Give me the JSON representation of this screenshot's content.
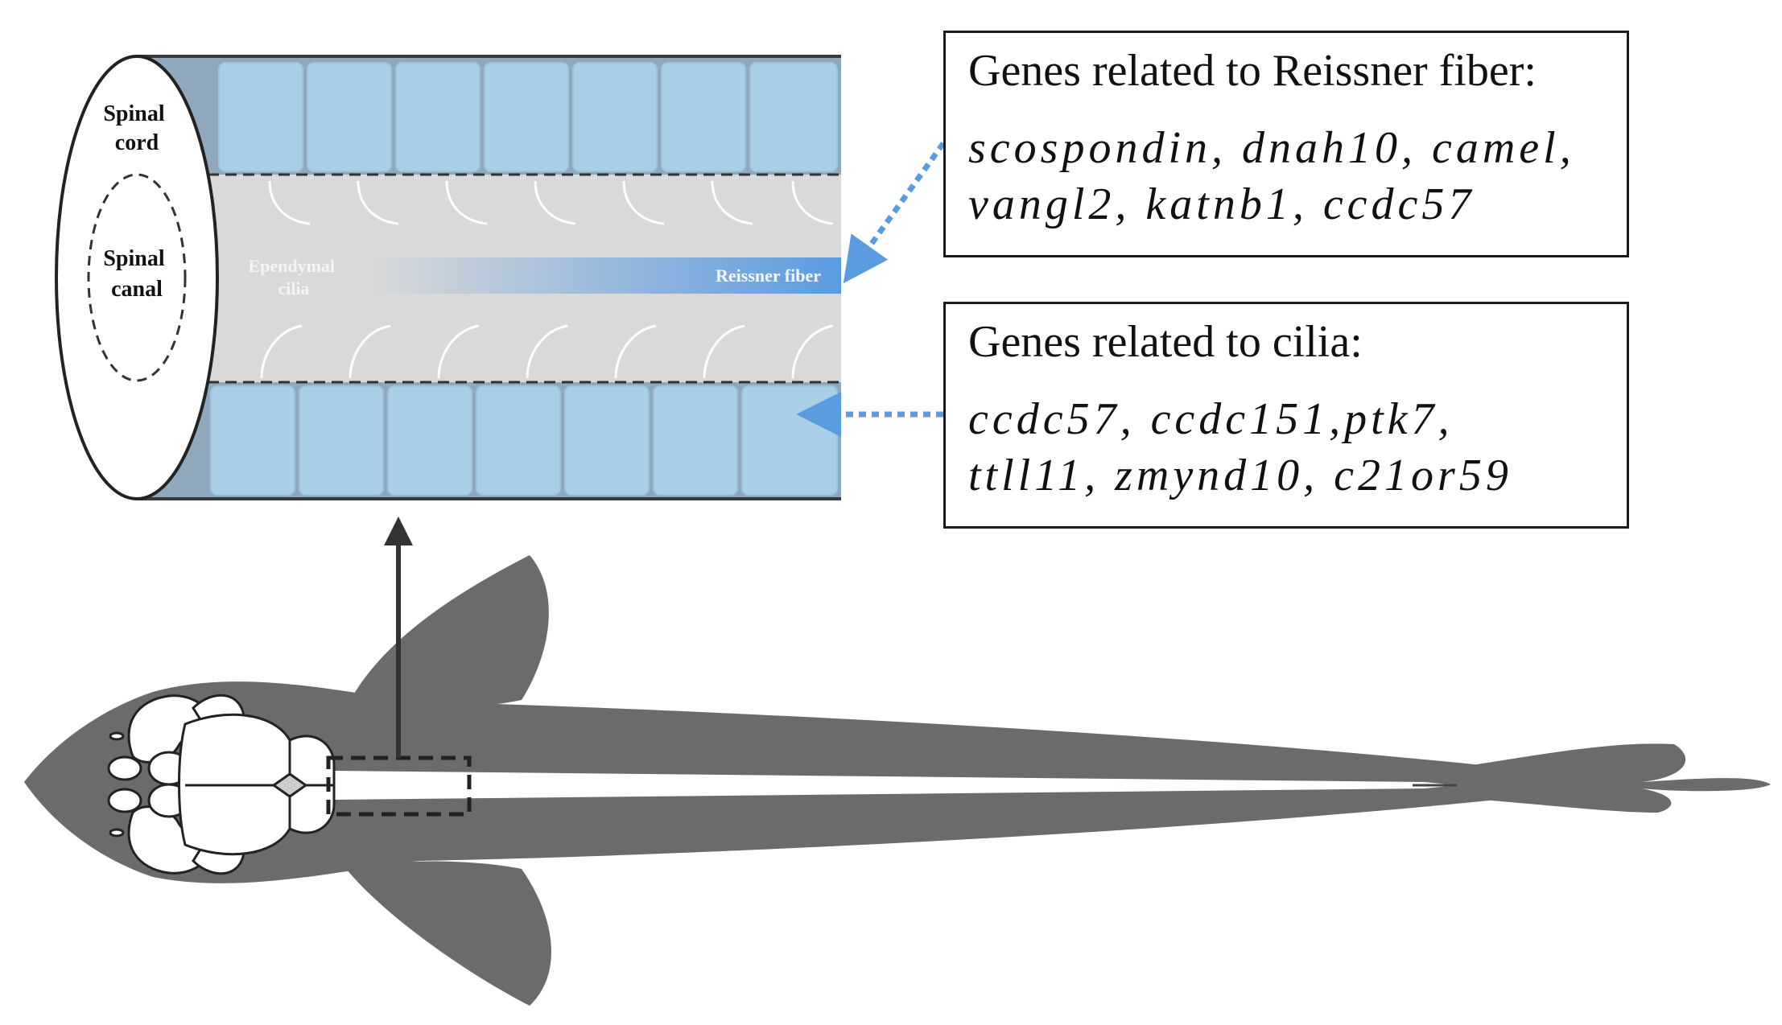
{
  "colors": {
    "fish_body": "#6b6b6b",
    "tube_cells": "#a9cfe6",
    "canal_fill": "#d9d9d9",
    "fiber_blue": "#5b9be0",
    "arrow_blue": "#5b9be0",
    "box_border": "#1a1a1a"
  },
  "diagram": {
    "spinal_cord_label_line1": "Spinal",
    "spinal_cord_label_line2": "cord",
    "spinal_canal_label_line1": "Spinal",
    "spinal_canal_label_line2": "canal",
    "ependymal_cilia_label_line1": "Ependymal",
    "ependymal_cilia_label_line2": "cilia",
    "reissner_fiber_label": "Reissner fiber"
  },
  "reissner_box": {
    "title": "Genes related to Reissner fiber:",
    "gene_line1": "scospondin, dnah10, camel,",
    "gene_line2": "vangl2, katnb1, ccdc57"
  },
  "cilia_box": {
    "title": "Genes related to cilia:",
    "gene_line1": "ccdc57, ccdc151,ptk7,",
    "gene_line2": "ttll11, zmynd10, c21or59"
  }
}
